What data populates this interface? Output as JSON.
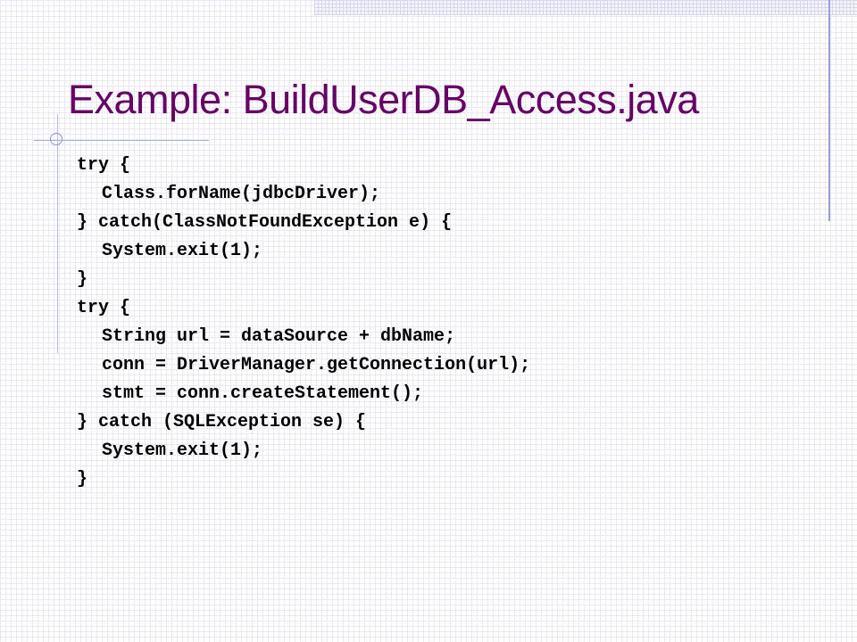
{
  "slide": {
    "title": "Example: BuildUserDB_Access.java",
    "code_lines": [
      "try {",
      "Class.forName(jdbcDriver);",
      "} catch(ClassNotFoundException e) {",
      "System.exit(1);",
      "}",
      "try {",
      "String url = dataSource + dbName;",
      "conn = DriverManager.getConnection(url);",
      "stmt = conn.createStatement();",
      "} catch (SQLException se) {",
      "System.exit(1);",
      "}"
    ]
  },
  "colors": {
    "title": "#660066",
    "code": "#000000",
    "accent_lines": "#9aa0d6"
  }
}
